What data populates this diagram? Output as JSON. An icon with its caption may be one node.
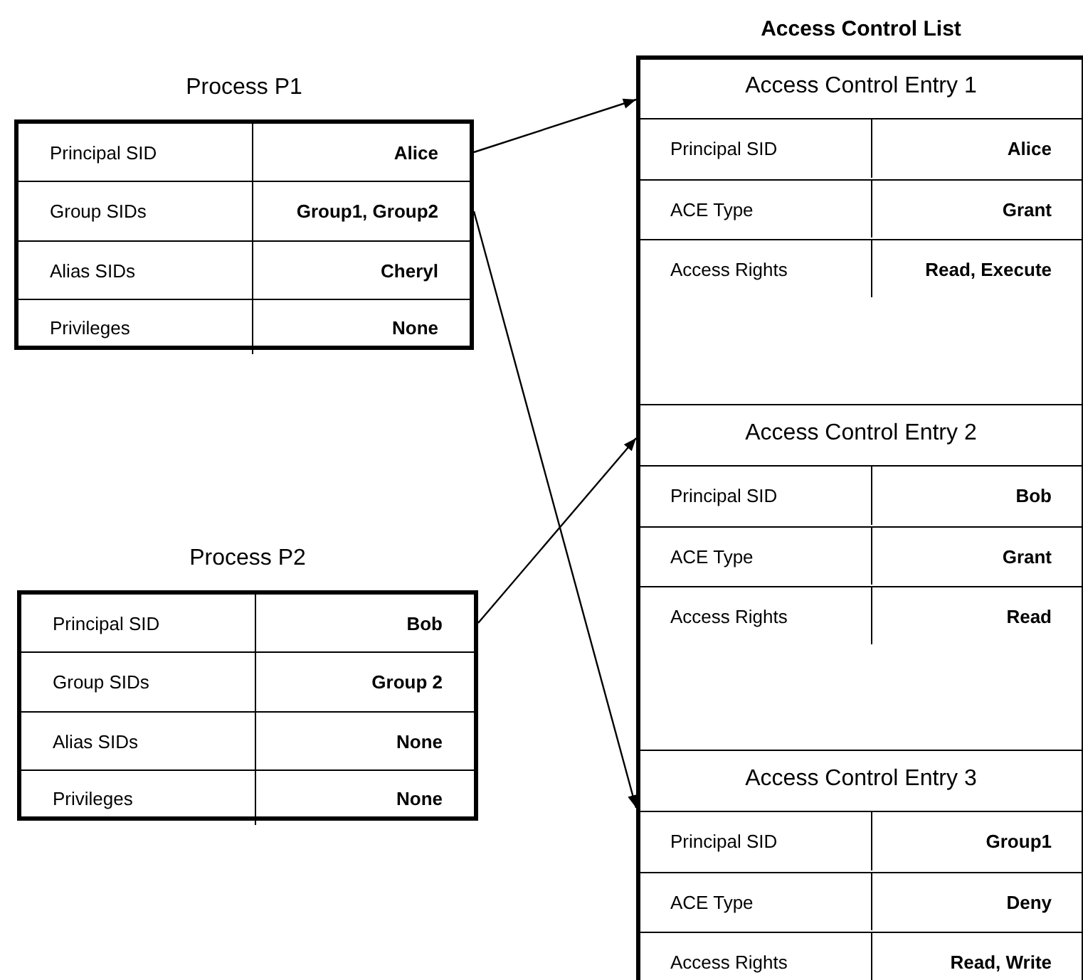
{
  "diagram": {
    "nodes": [
      {
        "text": [
          "Process P1"
        ]
      },
      {
        "text": [
          "Principal SID",
          "Alice"
        ],
        "in": 0
      },
      {
        "text": [
          "Group SIDs",
          "Group1, Group2"
        ],
        "in": 0
      },
      {
        "text": [
          "Alias SIDs",
          "Cheryl"
        ],
        "in": 0
      },
      {
        "text": [
          "Privileges",
          "None"
        ],
        "in": 0
      },
      {
        "text": [
          "Process P2"
        ]
      },
      {
        "text": [
          "Principal SID",
          "Bob"
        ],
        "in": 5
      },
      {
        "text": [
          "Group SIDs",
          "Group 2"
        ],
        "in": 5
      },
      {
        "text": [
          "Alias SIDs",
          "None"
        ],
        "in": 5
      },
      {
        "text": [
          "Privileges",
          "None"
        ],
        "in": 5
      },
      {
        "text": [
          "Access Control List"
        ]
      },
      {
        "text": [
          "Access Control Entry 1"
        ],
        "in": 10
      },
      {
        "text": [
          "Principal SID",
          "Alice"
        ],
        "in": 11
      },
      {
        "text": [
          "ACE Type",
          "Grant"
        ],
        "in": 11
      },
      {
        "text": [
          "Access Rights",
          "Read, Execute"
        ],
        "in": 11
      },
      {
        "text": [
          "Access Control Entry 2"
        ],
        "in": 10
      },
      {
        "text": [
          "Principal SID",
          "Bob"
        ],
        "in": 15
      },
      {
        "text": [
          "ACE Type",
          "Grant"
        ],
        "in": 15
      },
      {
        "text": [
          "Access Rights",
          "Read"
        ],
        "in": 15
      },
      {
        "text": [
          "Access Control Entry 3"
        ],
        "in": 10
      },
      {
        "text": [
          "Principal SID",
          "Group1"
        ],
        "in": 19
      },
      {
        "text": [
          "ACE Type",
          "Deny"
        ],
        "in": 19
      },
      {
        "text": [
          "Access Rights",
          "Read, Write"
        ],
        "in": 19
      }
    ],
    "edges": [
      {
        "from": 1,
        "to": 11,
        "arrow": "to"
      },
      {
        "from": 2,
        "to": 19,
        "arrow": "to"
      },
      {
        "from": 6,
        "to": 15,
        "arrow": "to"
      }
    ]
  }
}
